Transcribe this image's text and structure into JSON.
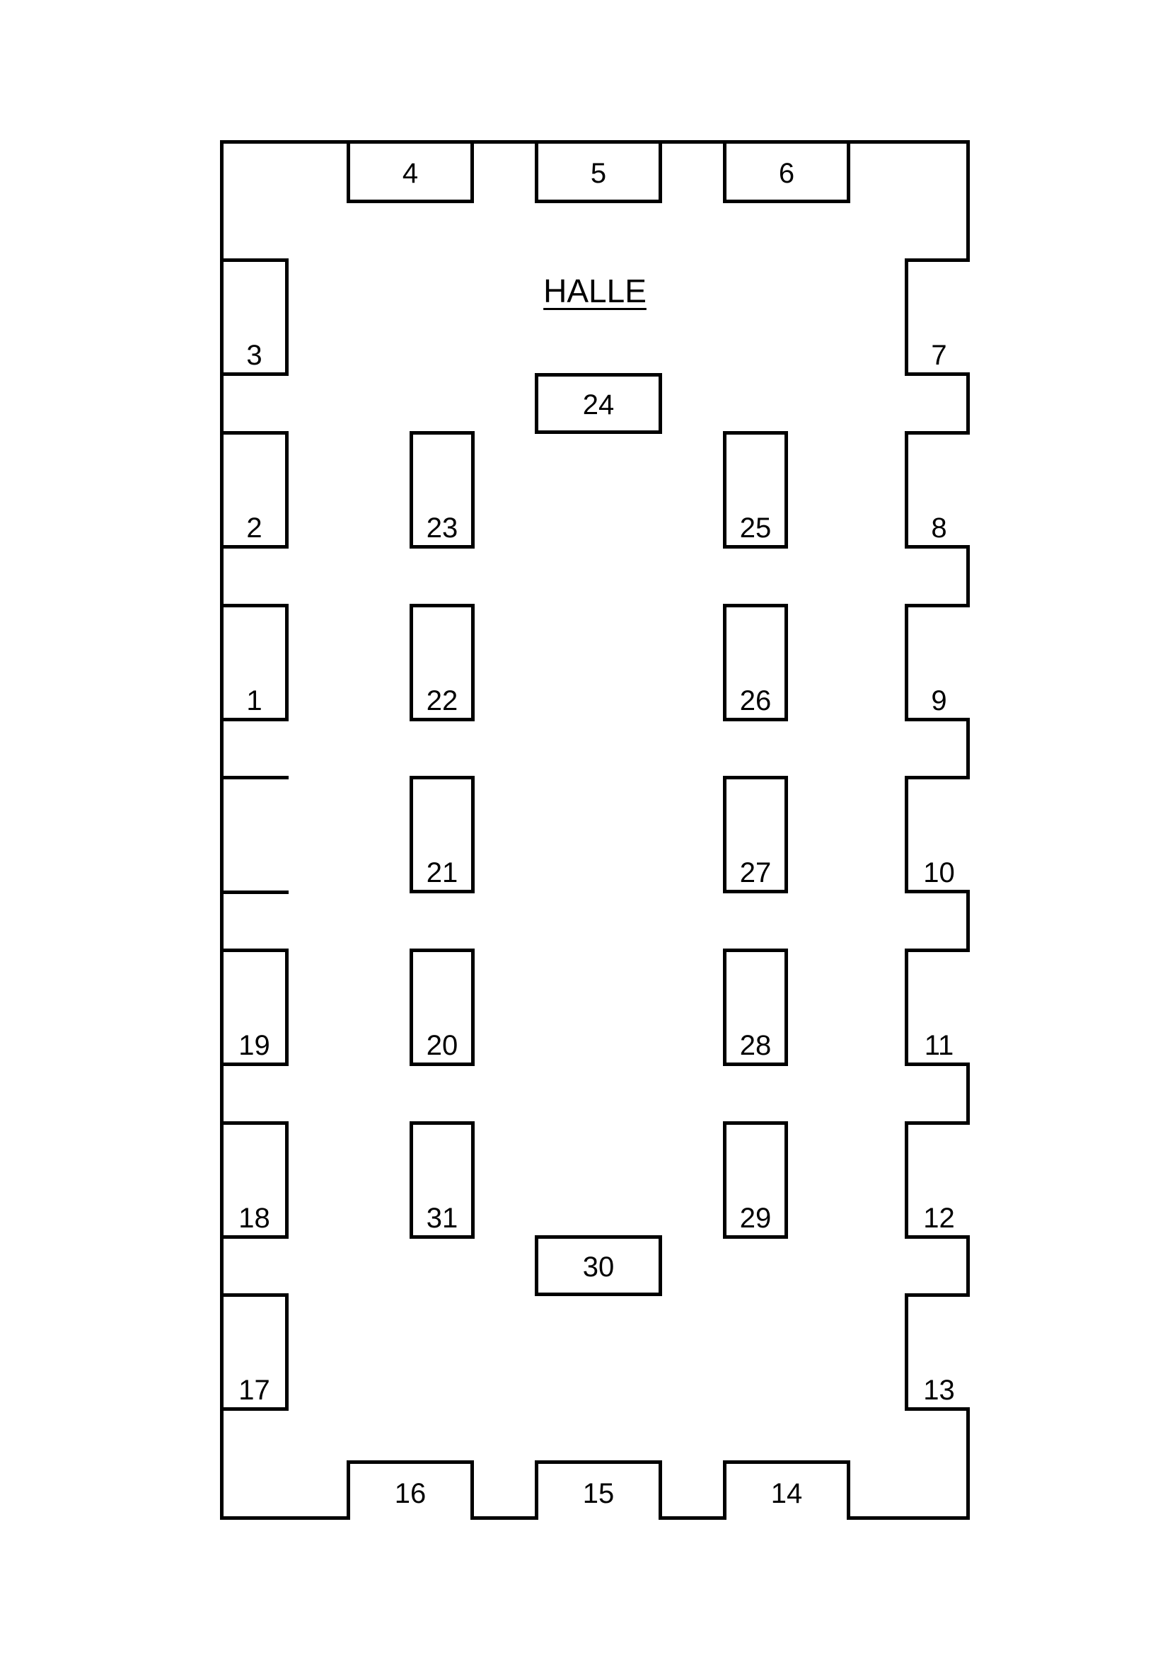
{
  "hall": {
    "title": "HALLE"
  },
  "booths": {
    "b1": "1",
    "b2": "2",
    "b3": "3",
    "b4": "4",
    "b5": "5",
    "b6": "6",
    "b7": "7",
    "b8": "8",
    "b9": "9",
    "b10": "10",
    "b11": "11",
    "b12": "12",
    "b13": "13",
    "b14": "14",
    "b15": "15",
    "b16": "16",
    "b17": "17",
    "b18": "18",
    "b19": "19",
    "b20": "20",
    "b21": "21",
    "b22": "22",
    "b23": "23",
    "b24": "24",
    "b25": "25",
    "b26": "26",
    "b27": "27",
    "b28": "28",
    "b29": "29",
    "b30": "30",
    "b31": "31"
  }
}
